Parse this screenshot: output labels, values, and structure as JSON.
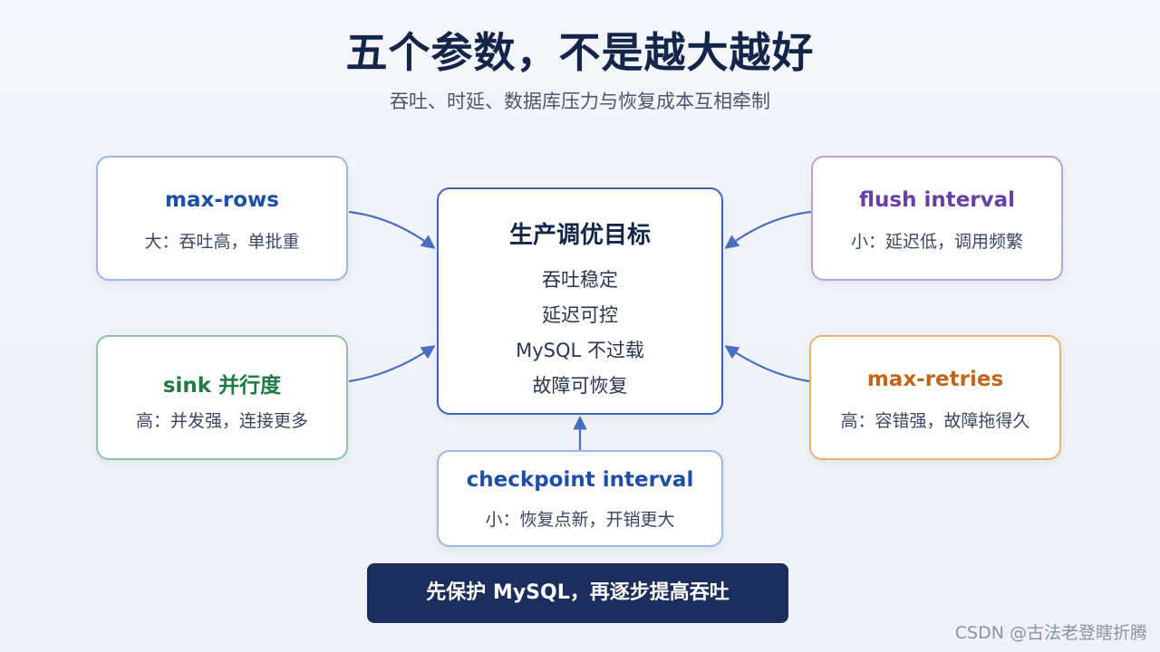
{
  "title": "五个参数，不是越大越好",
  "subtitle": "吞吐、时延、数据库压力与恢复成本互相牵制",
  "center": {
    "title": "生产调优目标",
    "goals": [
      "吞吐稳定",
      "延迟可控",
      "MySQL 不过载",
      "故障可恢复"
    ]
  },
  "params": {
    "max_rows": {
      "name": "max-rows",
      "desc": "大：吞吐高，单批重"
    },
    "flush_interval": {
      "name": "flush interval",
      "desc": "小：延迟低，调用频繁"
    },
    "sink_parallelism": {
      "name": "sink 并行度",
      "desc": "高：并发强，连接更多"
    },
    "max_retries": {
      "name": "max-retries",
      "desc": "高：容错强，故障拖得久"
    },
    "checkpoint_interval": {
      "name": "checkpoint interval",
      "desc": "小：恢复点新，开销更大"
    }
  },
  "banner": "先保护 MySQL，再逐步提高吞吐",
  "watermark": "CSDN @古法老登瞎折腾",
  "colors": {
    "navy": "#1a2d5c",
    "center_border": "#3d64b8",
    "max_rows": "#1e4fa8",
    "flush_interval": "#6a3ea8",
    "sink_parallelism": "#1f7a45",
    "max_retries": "#c0661a",
    "checkpoint_interval": "#1e4fa8",
    "arrow": "#4a6fc0"
  }
}
